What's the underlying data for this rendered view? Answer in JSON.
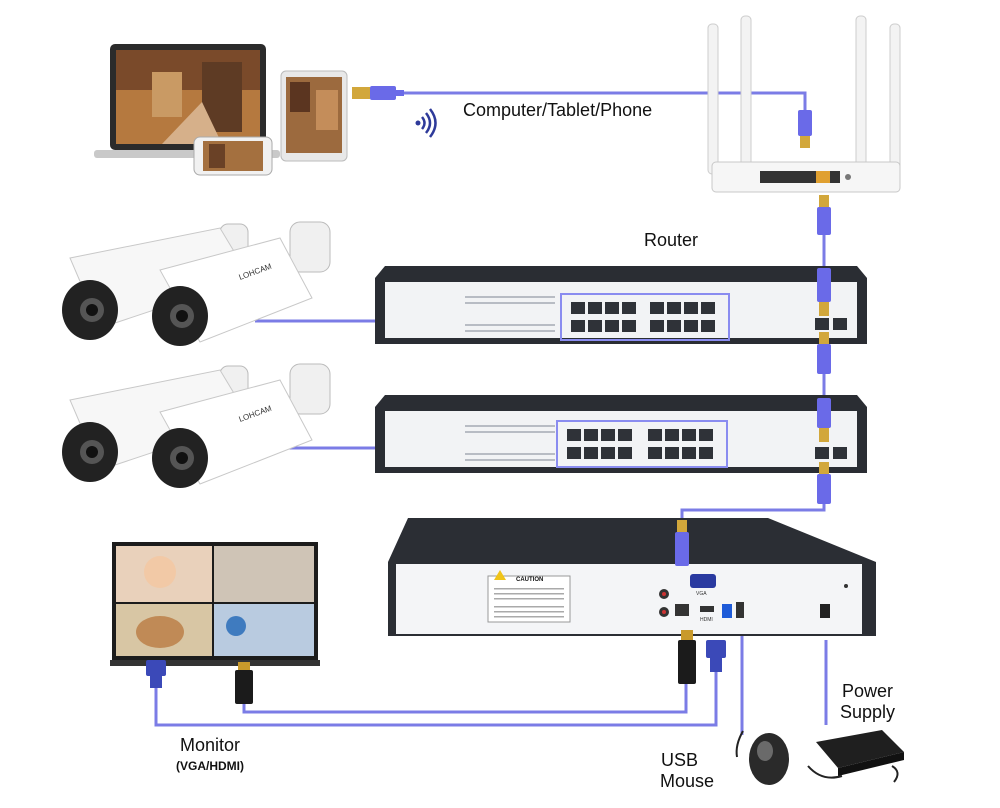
{
  "labels": {
    "computer_tablet_phone": "Computer/Tablet/Phone",
    "router": "Router",
    "monitor": "Monitor",
    "monitor_ports": "(VGA/HDMI)",
    "usb_mouse_line1": "USB",
    "usb_mouse_line2": "Mouse",
    "power_line1": "Power",
    "power_line2": "Supply"
  },
  "device_text": {
    "camera_brand": "LOHCAM",
    "nvr_port_vga": "VGA",
    "nvr_port_hdmi": "HDMI",
    "nvr_caution": "CAUTION"
  },
  "colors": {
    "cable": "#7b7ce6",
    "switch_body": "#2a2d33",
    "switch_panel": "#f2f3f5",
    "highlight": "#8a8cf0",
    "nvr_panel": "#f4f5f7",
    "nvr_top": "#2b2e34"
  }
}
